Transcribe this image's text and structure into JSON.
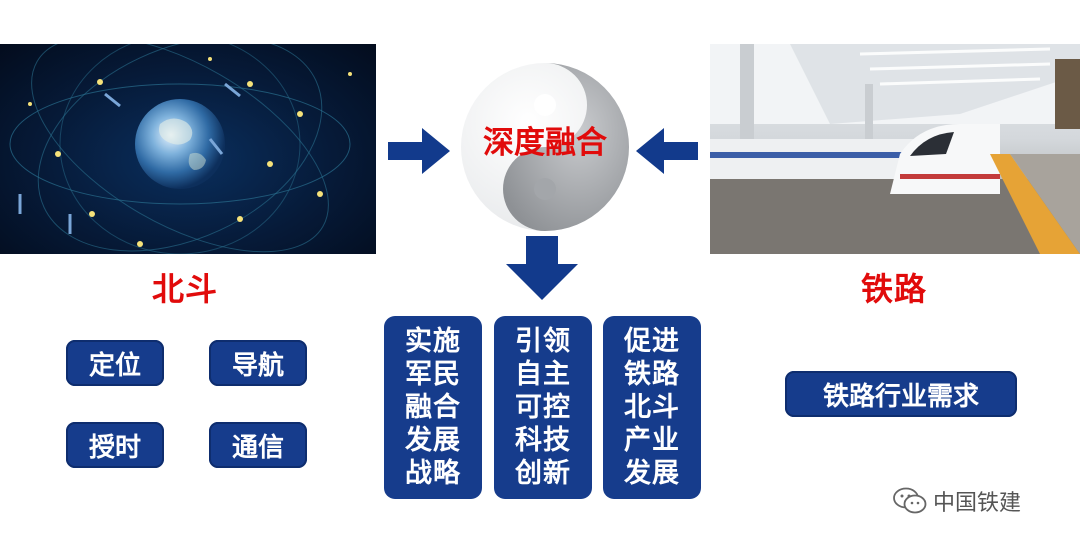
{
  "beidou": {
    "title": "北斗",
    "buttons": [
      "定位",
      "导航",
      "授时",
      "通信"
    ]
  },
  "railway": {
    "title": "铁路",
    "demand": "铁路行业需求"
  },
  "center": {
    "text": "深度融合"
  },
  "columns": [
    {
      "lines": [
        "实施",
        "军民",
        "融合",
        "发展",
        "战略"
      ]
    },
    {
      "lines": [
        "引领",
        "自主",
        "可控",
        "科技",
        "创新"
      ]
    },
    {
      "lines": [
        "促进",
        "铁路",
        "北斗",
        "产业",
        "发展"
      ]
    }
  ],
  "watermark": {
    "text": "中国铁建",
    "icon": "wechat-icon"
  },
  "colors": {
    "accent_red": "#e10b0b",
    "box_blue": "#163c8c",
    "arrow_blue": "#123a8c"
  }
}
